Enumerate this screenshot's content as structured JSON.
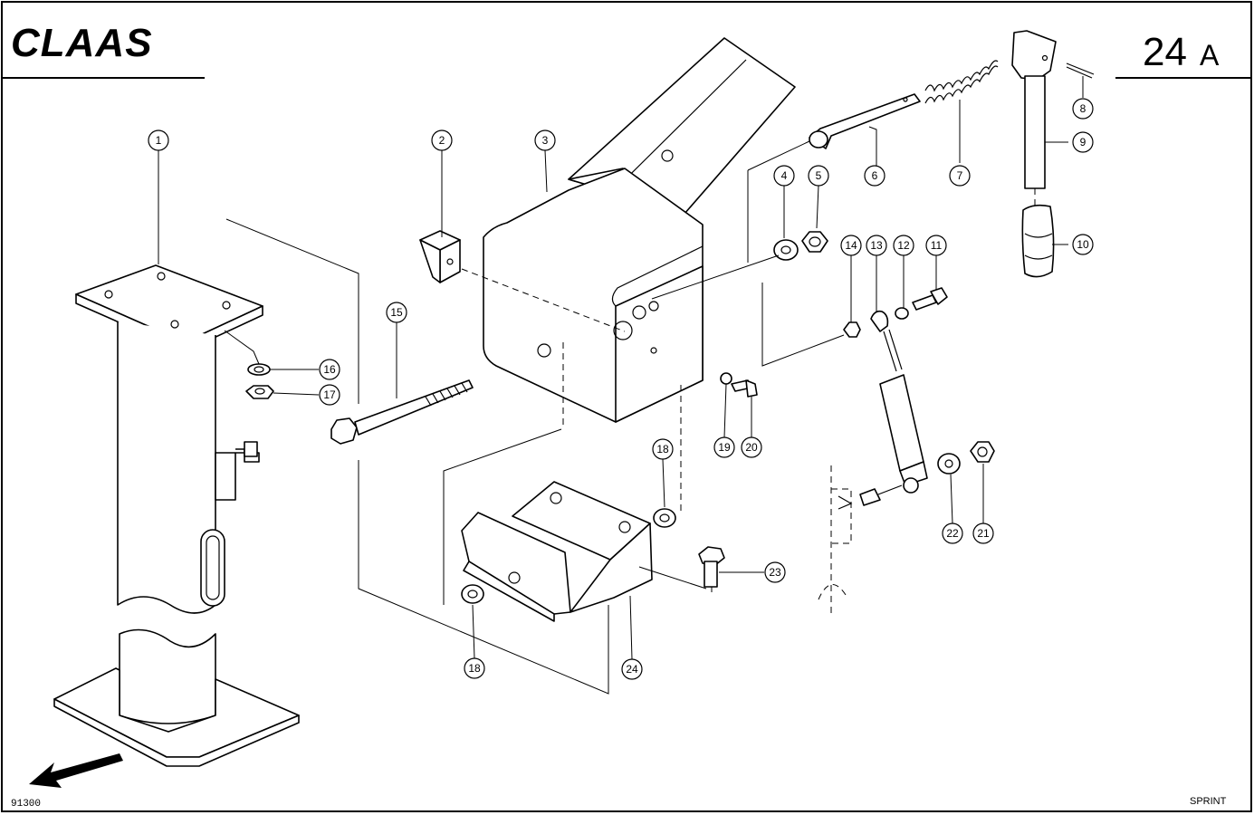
{
  "header": {
    "brand": "CLAAS",
    "page_number": "24",
    "page_suffix": "A"
  },
  "footer": {
    "drawing_code": "91300",
    "model": "SPRINT"
  },
  "callouts": {
    "c1": "1",
    "c2": "2",
    "c3": "3",
    "c4": "4",
    "c5": "5",
    "c6": "6",
    "c7": "7",
    "c8": "8",
    "c9": "9",
    "c10": "10",
    "c11": "11",
    "c12": "12",
    "c13": "13",
    "c14": "14",
    "c15": "15",
    "c16": "16",
    "c17": "17",
    "c18a": "18",
    "c18b": "18",
    "c19": "19",
    "c20": "20",
    "c21": "21",
    "c22": "22",
    "c23": "23",
    "c24": "24"
  }
}
